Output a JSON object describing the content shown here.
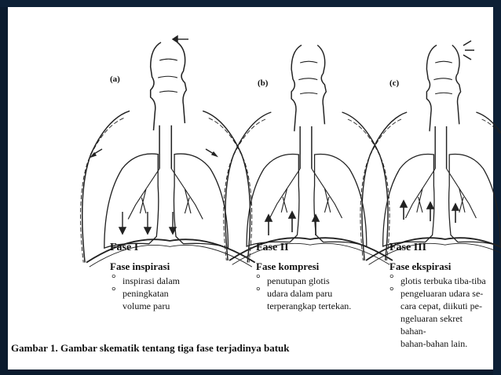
{
  "panels": [
    {
      "label": "(a)",
      "phase": "Fase I",
      "title": "Fase inspirasi",
      "bullets": [
        "inspirasi dalam",
        "peningkatan",
        "volume paru"
      ]
    },
    {
      "label": "(b)",
      "phase": "Fase II",
      "title": "Fase kompresi",
      "bullets": [
        "penutupan glotis",
        "udara dalam paru",
        "terperangkap tertekan."
      ]
    },
    {
      "label": "(c)",
      "phase": "Fase III",
      "title": "Fase ekspirasi",
      "bullets": [
        "glotis terbuka tiba-tiba",
        "pengeluaran udara se-",
        "cara cepat, diikuti pe-",
        "ngeluaran sekret bahan-",
        "bahan-bahan lain."
      ]
    }
  ],
  "caption": "Gambar 1. Gambar skematik tentang tiga fase terjadinya batuk"
}
